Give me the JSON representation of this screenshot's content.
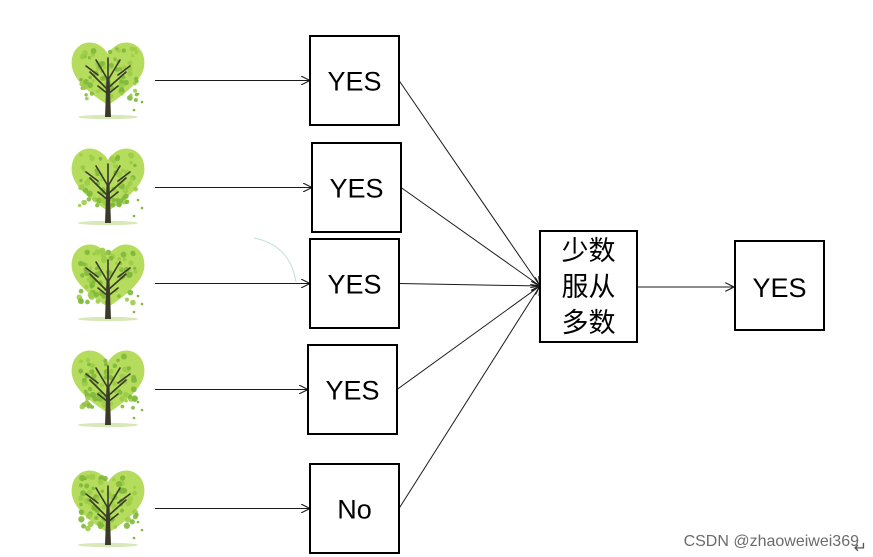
{
  "diagram": {
    "trees": [
      {
        "output": "YES"
      },
      {
        "output": "YES"
      },
      {
        "output": "YES"
      },
      {
        "output": "YES"
      },
      {
        "output": "No"
      }
    ],
    "vote": {
      "lines": [
        "少数",
        "服从",
        "多数"
      ]
    },
    "result": "YES"
  },
  "colors": {
    "leaf_light": "#b5dc5c",
    "leaf_dark": "#7fb83a",
    "trunk": "#3a3a2a",
    "line": "#1a1a1a"
  },
  "watermark": "CSDN @zhaoweiwei369"
}
